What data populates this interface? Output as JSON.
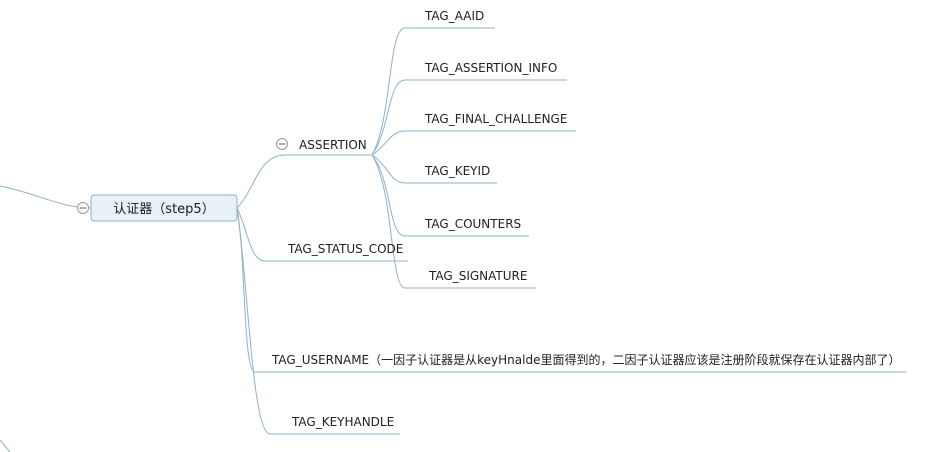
{
  "root": {
    "label": "认证器（step5）",
    "fill_color": "#e8f1f8",
    "border_color": "#8fb2c9"
  },
  "branch_color": "#8fb2c9",
  "children": [
    {
      "id": "assertion",
      "label": "ASSERTION",
      "collapsible": true,
      "children": [
        {
          "id": "aaid",
          "label": "TAG_AAID"
        },
        {
          "id": "assertion-info",
          "label": "TAG_ASSERTION_INFO"
        },
        {
          "id": "final-challenge",
          "label": "TAG_FINAL_CHALLENGE"
        },
        {
          "id": "keyid",
          "label": "TAG_KEYID"
        },
        {
          "id": "counters",
          "label": "TAG_COUNTERS"
        },
        {
          "id": "signature",
          "label": "TAG_SIGNATURE"
        }
      ]
    },
    {
      "id": "status-code",
      "label": "TAG_STATUS_CODE"
    },
    {
      "id": "username",
      "label": "TAG_USERNAME（一因子认证器是从keyHnalde里面得到的，二因子认证器应该是注册阶段就保存在认证器内部了）"
    },
    {
      "id": "keyhandle",
      "label": "TAG_KEYHANDLE"
    }
  ]
}
